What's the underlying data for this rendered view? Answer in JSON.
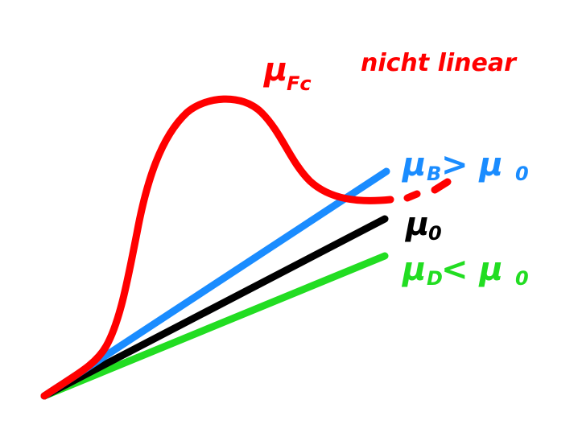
{
  "diagram": {
    "curves": [
      {
        "id": "red",
        "color": "#ff0000"
      },
      {
        "id": "blue",
        "color": "#1a8cff"
      },
      {
        "id": "black",
        "color": "#000000"
      },
      {
        "id": "green",
        "color": "#22dd22"
      }
    ],
    "labels": {
      "mu_fc": {
        "main": "μ",
        "sub": "Fc",
        "color": "#ff0000"
      },
      "note": {
        "text": "nicht linear",
        "color": "#ff0000"
      },
      "mu_b": {
        "main": "μ",
        "sub": "B",
        "rel": " > μ",
        "rel_sub": "0",
        "color": "#1a8cff"
      },
      "mu_0": {
        "main": "μ",
        "sub": "0",
        "color": "#000000"
      },
      "mu_d": {
        "main": "μ",
        "sub": "D",
        "rel": " < μ",
        "rel_sub": "0",
        "color": "#22dd22"
      }
    }
  }
}
